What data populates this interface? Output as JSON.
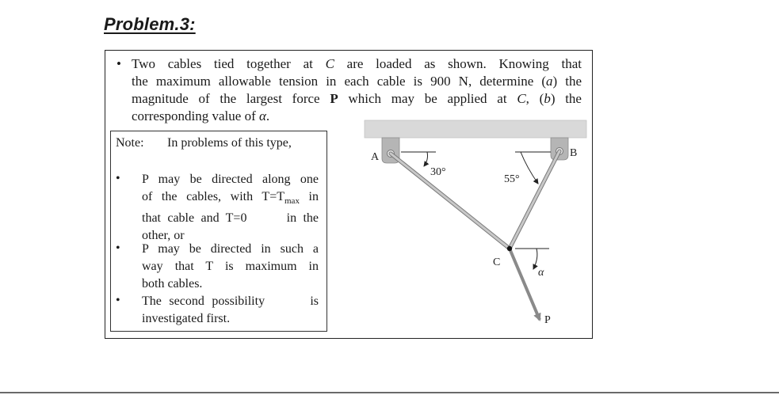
{
  "title": "Problem.3:",
  "statement": {
    "bullet": "•",
    "lines": [
      "Two cables tied together at C are loaded as shown. Knowing that",
      "the maximum allowable tension in each cable is 900 N, determine (a) the",
      "magnitude of the largest force P which may be applied at C, (b) the",
      "corresponding value of α."
    ]
  },
  "note": {
    "label": "Note:",
    "intro": "In problems of this type,",
    "bullet": "•",
    "items": [
      [
        "P may be directed along one",
        "of the cables, with T=T",
        "max",
        " in",
        "that cable and T=0      in the",
        "other, or"
      ],
      [
        "P may be directed in such a",
        "way that T is maximum in",
        "both cables."
      ],
      [
        "The second possibility      is",
        "investigated first."
      ]
    ]
  },
  "figure": {
    "label_a": "A",
    "label_b": "B",
    "label_c": "C",
    "label_p": "P",
    "angle_a": "30°",
    "angle_b": "55°",
    "angle_alpha": "α",
    "colors": {
      "ceiling": "#d9d9d9",
      "cable": "#c8c8c8",
      "cable_outline": "#7a7a7a",
      "force": "#8a8a8a",
      "ink": "#222222"
    }
  }
}
